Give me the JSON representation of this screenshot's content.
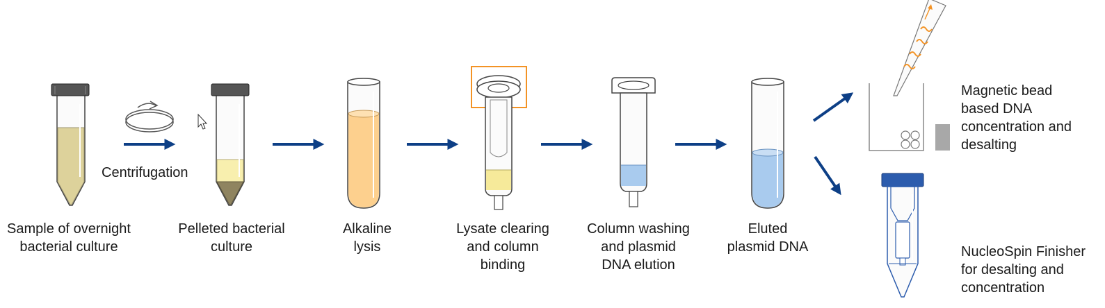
{
  "steps": [
    {
      "lines": [
        "Sample of overnight",
        "bacterial culture"
      ]
    },
    {
      "lines": [
        "Pelleted bacterial",
        "culture"
      ]
    },
    {
      "lines": [
        "Alkaline",
        "lysis"
      ]
    },
    {
      "lines": [
        "Lysate clearing",
        "and column",
        "binding"
      ]
    },
    {
      "lines": [
        "Column washing",
        "and plasmid",
        "DNA elution"
      ]
    },
    {
      "lines": [
        "Eluted",
        "plasmid DNA"
      ]
    }
  ],
  "centrifugation_label": "Centrifugation",
  "options": [
    {
      "lines": [
        "Magnetic bead",
        "based DNA",
        "concentration and",
        "desalting"
      ]
    },
    {
      "lines": [
        "NucleoSpin Finisher",
        "for desalting and",
        "concentration"
      ]
    }
  ],
  "colors": {
    "arrow": "#0d3f86",
    "culture": "#ddd29b",
    "pellet": "#8f8460",
    "supernatant": "#f8efae",
    "lysate": "#fdd08e",
    "column_load": "#f6ea9a",
    "blue_liquid": "#a9cbee",
    "highlight_box": "#f39325",
    "dna": "#f39325",
    "cap_dark": "#555555",
    "cap_blue": "#2c5cad",
    "magnet": "#a8a8a8"
  },
  "icons": [
    "rotation-arrow-icon",
    "mouse-cursor-icon"
  ]
}
